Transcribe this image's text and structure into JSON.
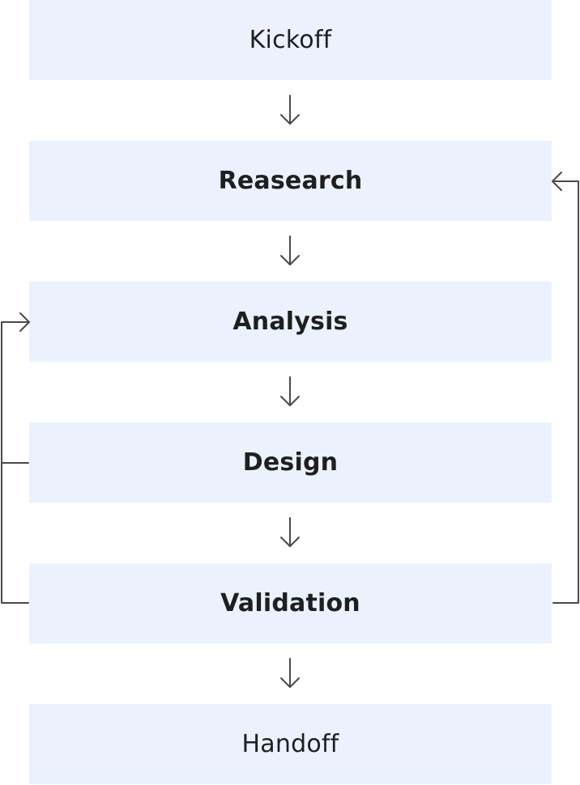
{
  "colors": {
    "box_fill": "#ebf2fe",
    "connector": "#4a4a4a",
    "text": "#1f1f1f"
  },
  "steps": [
    {
      "label": "Kickoff",
      "weight": "normal"
    },
    {
      "label": "Reasearch",
      "weight": "bold"
    },
    {
      "label": "Analysis",
      "weight": "bold"
    },
    {
      "label": "Design",
      "weight": "bold"
    },
    {
      "label": "Validation",
      "weight": "bold"
    },
    {
      "label": "Handoff",
      "weight": "normal"
    }
  ],
  "loops": [
    {
      "from": "Design",
      "to": "Analysis",
      "side": "left"
    },
    {
      "from": "Validation",
      "to": "Analysis",
      "side": "left"
    },
    {
      "from": "Validation",
      "to": "Reasearch",
      "side": "right"
    }
  ]
}
